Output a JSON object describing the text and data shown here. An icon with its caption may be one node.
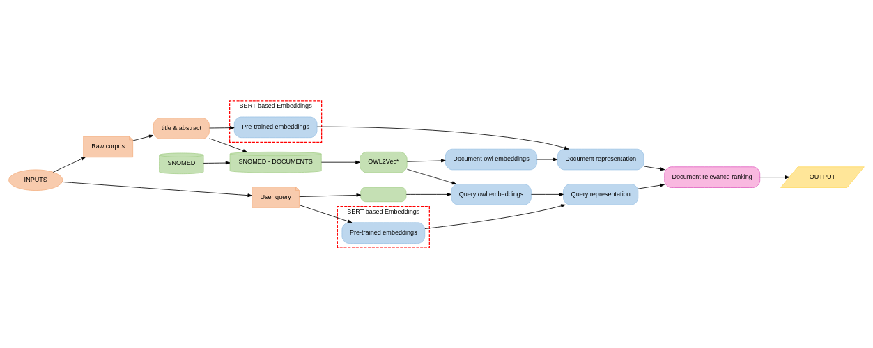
{
  "diagram": {
    "nodes": [
      {
        "text": [
          "INPUTS"
        ]
      },
      {
        "text": [
          "Raw corpus"
        ]
      },
      {
        "text": [
          "title & abstract"
        ]
      },
      {
        "text": [
          "BERT-based Embeddings"
        ]
      },
      {
        "text": [
          "Pre-trained embeddings"
        ],
        "in": 3
      },
      {
        "text": [
          "SNOMED"
        ]
      },
      {
        "text": [
          "SNOMED - DOCUMENTS"
        ]
      },
      {
        "text": [
          "OWL2Vec*"
        ]
      },
      {
        "text": [
          "Document owl embeddings"
        ]
      },
      {
        "text": [
          "Query owl embeddings"
        ]
      },
      {
        "text": [
          "Document representation"
        ]
      },
      {
        "text": [
          "Document relevance ranking"
        ]
      },
      {
        "text": [
          "OUTPUT"
        ]
      },
      {
        "text": [
          "User query"
        ]
      },
      {
        "text": [],
        "shape": "box"
      },
      {
        "text": [
          "BERT-based Embeddings"
        ]
      },
      {
        "text": [
          "Pre-trained embeddings"
        ],
        "in": 15
      },
      {
        "text": [
          "Query representation"
        ]
      }
    ],
    "edges": [
      {
        "from": 0,
        "to": 1,
        "arrow": "to"
      },
      {
        "from": 0,
        "to": 13,
        "arrow": "to"
      },
      {
        "from": 1,
        "to": 2,
        "arrow": "to"
      },
      {
        "from": 2,
        "to": 4,
        "arrow": "to"
      },
      {
        "from": 2,
        "to": 6,
        "arrow": "to"
      },
      {
        "from": 5,
        "to": 6,
        "arrow": "to"
      },
      {
        "from": 6,
        "to": 7,
        "arrow": "to"
      },
      {
        "from": 7,
        "to": 8,
        "arrow": "to"
      },
      {
        "from": 7,
        "to": 9,
        "arrow": "to"
      },
      {
        "from": 4,
        "to": 10,
        "arrow": "to"
      },
      {
        "from": 8,
        "to": 10,
        "arrow": "to"
      },
      {
        "from": 10,
        "to": 11,
        "arrow": "to"
      },
      {
        "from": 11,
        "to": 12,
        "arrow": "to"
      },
      {
        "from": 9,
        "to": 17,
        "arrow": "to"
      },
      {
        "from": 17,
        "to": 11,
        "arrow": "to"
      },
      {
        "from": 13,
        "to": 14,
        "arrow": "to"
      },
      {
        "from": 14,
        "to": 9,
        "arrow": "to"
      },
      {
        "from": 13,
        "to": 16,
        "arrow": "to"
      },
      {
        "from": 16,
        "to": 17,
        "arrow": "to"
      }
    ]
  }
}
